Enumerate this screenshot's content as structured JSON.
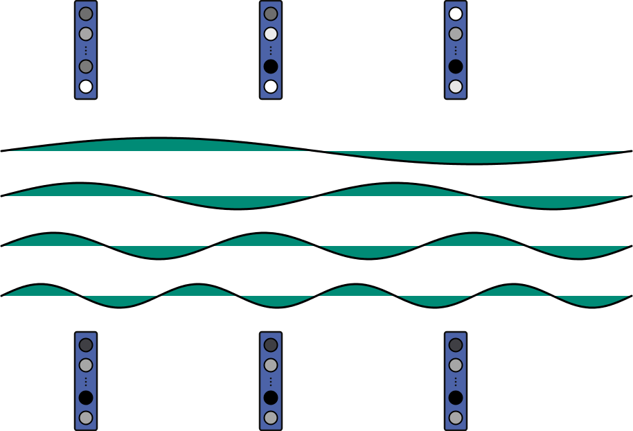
{
  "colors": {
    "background": "#ffffff",
    "vector_fill": "#4c63a8",
    "vector_stroke": "#111111",
    "wave_fill": "#008b76",
    "wave_stroke": "#000000"
  },
  "top_vectors": [
    {
      "cells": [
        "#6e6e6e",
        "#a6a6a6",
        "ellipsis",
        "#7a7a7a",
        "#ffffff"
      ]
    },
    {
      "cells": [
        "#6e6e6e",
        "#ebebeb",
        "ellipsis",
        "#000000",
        "#ffffff"
      ]
    },
    {
      "cells": [
        "#ffffff",
        "#a6a6a6",
        "ellipsis",
        "#000000",
        "#e6e6e6"
      ]
    }
  ],
  "bottom_vectors": [
    {
      "cells": [
        "#3f3f44",
        "#a6a6a6",
        "ellipsis",
        "#000000",
        "#a6a6a6"
      ]
    },
    {
      "cells": [
        "#3f3f44",
        "#a6a6a6",
        "ellipsis",
        "#000000",
        "#a6a6a6"
      ]
    },
    {
      "cells": [
        "#3f3f44",
        "#a6a6a6",
        "ellipsis",
        "#000000",
        "#a6a6a6"
      ]
    }
  ],
  "waves": [
    {
      "frequency": 1,
      "phase": 0
    },
    {
      "frequency": 2,
      "phase": 0
    },
    {
      "frequency": 3,
      "phase": 0
    },
    {
      "frequency": 4,
      "phase": 0
    }
  ]
}
